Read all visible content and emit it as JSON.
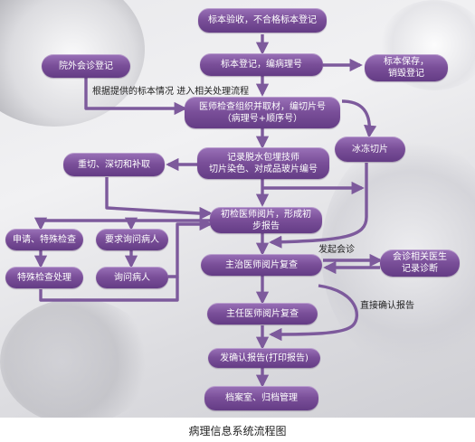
{
  "nodes": {
    "specimen_check": "标本验收，不合格标本登记",
    "outside_consult_register": "院外会诊登记",
    "specimen_register": "标本登记，编病理号",
    "specimen_store": [
      "标本保存，",
      "销毁登记"
    ],
    "sampling": [
      "医师检查组织并取材，编切片号",
      "（病理号+顺序号）"
    ],
    "frozen_section": "冰冻切片",
    "recut": "重切、深切和补取",
    "dehydration": [
      "记录脱水包埋技师",
      "切片染色、对成品玻片编号"
    ],
    "initial_review": [
      "初检医师阅片，形成初",
      "步报告"
    ],
    "special_apply": "申请、特殊检查",
    "inquire_request": "要求询问病人",
    "special_process": "特殊检查处理",
    "inquire_patient": "询问病人",
    "attending_review": "主治医师阅片复查",
    "consult_record": [
      "会诊相关医生",
      "记录诊断"
    ],
    "chief_review": "主任医师阅片复查",
    "confirm_report": "发确认报告(打印报告)",
    "archive": "档案室、归档管理"
  },
  "labels": {
    "based_on_specimen": [
      "根据提供的标本情况",
      "进入相关处理流程"
    ],
    "initiate_consult": "发起会诊",
    "direct_confirm": "直接确认报告"
  },
  "caption": "病理信息系统流程图",
  "colors": {
    "node": "#7a4f99",
    "arrow": "#7d5a9c"
  }
}
